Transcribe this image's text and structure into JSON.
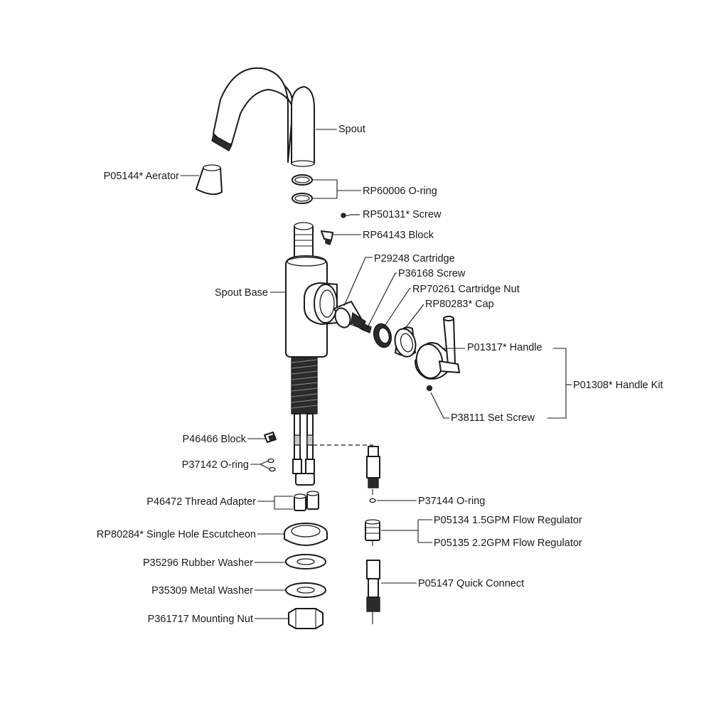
{
  "callouts": {
    "spout": "Spout",
    "aerator": "P05144* Aerator",
    "oring_spout": "RP60006 O-ring",
    "screw_top": "RP50131* Screw",
    "block_top": "RP64143 Block",
    "cartridge": "P29248 Cartridge",
    "screw_cart": "P36168 Screw",
    "cart_nut": "RP70261 Cartridge Nut",
    "cap": "RP80283* Cap",
    "spout_base": "Spout Base",
    "handle": "P01317* Handle",
    "handle_kit": "P01308* Handle Kit",
    "set_screw": "P38111 Set Screw",
    "block_low": "P46466 Block",
    "oring_low": "P37142 O-ring",
    "thread_adapter": "P46472 Thread Adapter",
    "escutcheon": "RP80284* Single Hole Escutcheon",
    "rubber_washer": "P35296 Rubber Washer",
    "metal_washer": "P35309 Metal Washer",
    "mounting_nut": "P361717 Mounting Nut",
    "oring_hose": "P37144 O-ring",
    "flow_15": "P05134 1.5GPM Flow Regulator",
    "flow_22": "P05135 2.2GPM Flow Regulator",
    "quick_connect": "P05147 Quick Connect"
  },
  "colors": {
    "line": "#1a1a1a",
    "background": "#ffffff"
  }
}
